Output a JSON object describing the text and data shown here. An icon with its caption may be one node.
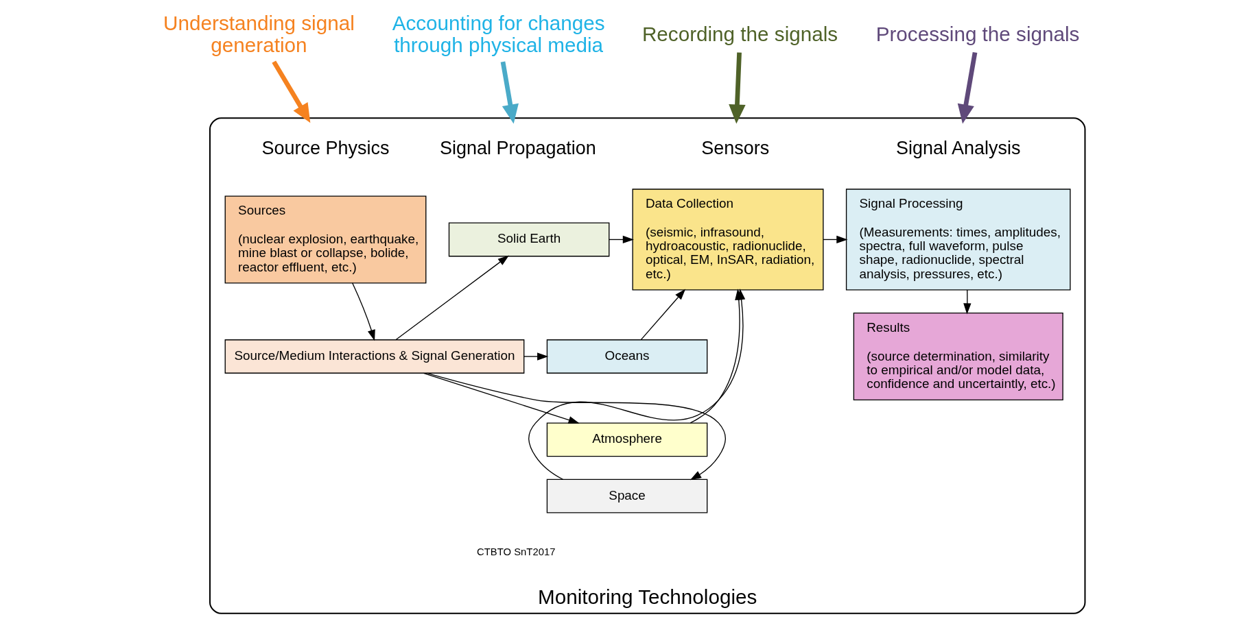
{
  "diagram": {
    "nodes": [
      {
        "text": [
          "Understanding signal generation"
        ]
      },
      {
        "text": [
          "Accounting for changes through physical media"
        ]
      },
      {
        "text": [
          "Recording the signals"
        ]
      },
      {
        "text": [
          "Processing the signals"
        ]
      },
      {
        "text": [
          "Monitoring Technologies"
        ]
      },
      {
        "text": [
          "Sources",
          "(nuclear explosion, earthquake, mine blast or collapse, bolide, reactor effluent, etc.)"
        ],
        "in": 4
      },
      {
        "text": [
          "Source/Medium Interactions & Signal Generation"
        ],
        "in": 4
      },
      {
        "text": [
          "Solid Earth"
        ],
        "in": 4
      },
      {
        "text": [
          "Oceans"
        ],
        "in": 4
      },
      {
        "text": [
          "Atmosphere"
        ],
        "in": 4
      },
      {
        "text": [
          "Space"
        ],
        "in": 4
      },
      {
        "text": [
          "Data Collection",
          "(seismic, infrasound, hydroacoustic, radionuclide, optical, EM, InSAR, radiation, etc.)"
        ],
        "in": 4
      },
      {
        "text": [
          "Signal Processing",
          "(Measurements: times, amplitudes, spectra, full waveform, pulse shape, radionuclide, spectral analysis, pressures, etc.)"
        ],
        "in": 4
      },
      {
        "text": [
          "Results",
          "(source determination, similarity to empirical and/or model data, confidence and uncertaintly, etc.)"
        ],
        "in": 4
      }
    ],
    "edges": [
      {
        "from": 0,
        "to": 4,
        "arrow": "to",
        "style": "thick",
        "color": "#f58220"
      },
      {
        "from": 1,
        "to": 4,
        "arrow": "to",
        "style": "thick",
        "color": "#4aaac8"
      },
      {
        "from": 2,
        "to": 4,
        "arrow": "to",
        "style": "thick",
        "color": "#4f6228"
      },
      {
        "from": 3,
        "to": 4,
        "arrow": "to",
        "style": "thick",
        "color": "#5f497a"
      },
      {
        "from": 5,
        "to": 6,
        "arrow": "to"
      },
      {
        "from": 6,
        "to": 7,
        "arrow": "to"
      },
      {
        "from": 6,
        "to": 8,
        "arrow": "to"
      },
      {
        "from": 6,
        "to": 9,
        "arrow": "to"
      },
      {
        "from": 6,
        "to": 10,
        "arrow": "to"
      },
      {
        "from": 7,
        "to": 11,
        "arrow": "to"
      },
      {
        "from": 8,
        "to": 11,
        "arrow": "to"
      },
      {
        "from": 9,
        "to": 11,
        "arrow": "to"
      },
      {
        "from": 10,
        "to": 11,
        "arrow": "to"
      },
      {
        "from": 11,
        "to": 12,
        "arrow": "to"
      },
      {
        "from": 12,
        "to": 13,
        "arrow": "to"
      }
    ],
    "labels": [
      "Source Physics",
      "Signal Propagation",
      "Sensors",
      "Signal Analysis",
      "CTBTO SnT2017"
    ]
  }
}
